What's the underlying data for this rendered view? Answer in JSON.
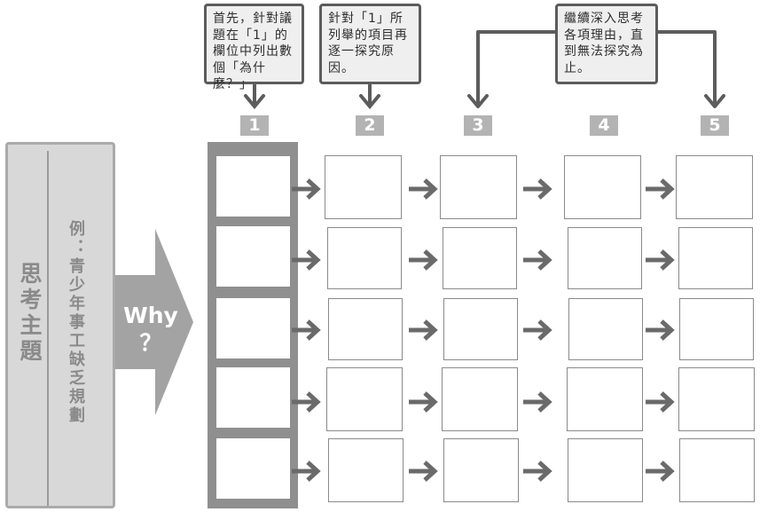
{
  "topic": {
    "title": "思考主題",
    "example": "例：青少年事工缺乏規劃"
  },
  "why_arrow": {
    "text": "Why ？"
  },
  "callouts": [
    {
      "text": "首先，針對議題在「1」的欄位中列出數個「為什麼？」"
    },
    {
      "text": "針對「1」所列舉的項目再逐一探究原因。"
    },
    {
      "text": "繼續深入思考各項理由，直到無法探究為止。"
    }
  ],
  "columns": [
    "1",
    "2",
    "3",
    "4",
    "5"
  ],
  "colors": {
    "dark_gray": "#5c5c5c",
    "mid_gray": "#8f8f8f",
    "light_gray": "#d8d8d8",
    "label_gray": "#b3b3b3"
  }
}
